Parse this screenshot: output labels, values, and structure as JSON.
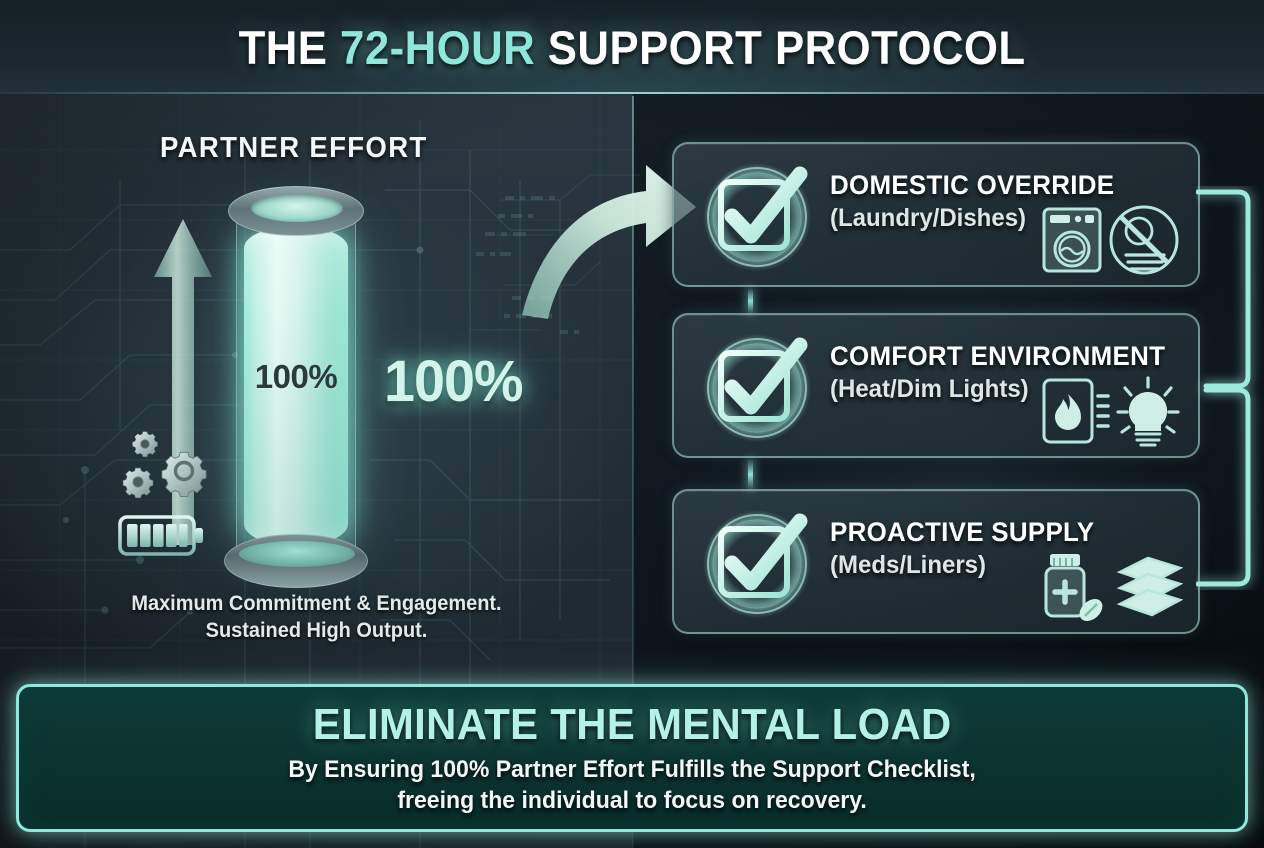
{
  "header": {
    "title_prefix": "THE ",
    "title_accent": "72-HOUR",
    "title_suffix": " SUPPORT PROTOCOL",
    "title_full": "THE 72-HOUR SUPPORT PROTOCOL"
  },
  "left_panel": {
    "label": "PARTNER EFFORT",
    "gauge_value_inner": "100%",
    "gauge_value_outer": "100%",
    "gauge_percent": 100,
    "caption_line1": "Maximum Commitment & Engagement.",
    "caption_line2": "Sustained High Output.",
    "icons": {
      "arrow_up": "up-arrow-icon",
      "gears": "gears-icon",
      "battery": "battery-full-icon",
      "cylinder": "battery-cylinder-gauge"
    }
  },
  "checklist": {
    "items": [
      {
        "title": "DOMESTIC OVERRIDE",
        "subtitle": "(Laundry/Dishes)",
        "check_icon": "checkbox-checked-icon",
        "icons": [
          "washing-machine-icon",
          "no-dishes-icon"
        ]
      },
      {
        "title": "COMFORT ENVIRONMENT",
        "subtitle": "(Heat/Dim Lights)",
        "check_icon": "checkbox-checked-icon",
        "icons": [
          "heater-flame-icon",
          "lightbulb-icon"
        ]
      },
      {
        "title": "PROACTIVE SUPPLY",
        "subtitle": "(Meds/Liners)",
        "check_icon": "checkbox-checked-icon",
        "icons": [
          "medicine-bottle-pill-icon",
          "stacked-liners-icon"
        ]
      }
    ]
  },
  "banner": {
    "title": "ELIMINATE THE MENTAL LOAD",
    "subtitle_line1": "By Ensuring 100% Partner Effort Fulfills the Support Checklist,",
    "subtitle_line2": "freeing the individual to focus on recovery."
  },
  "colors": {
    "accent_mint": "#8fe8dc",
    "accent_glow": "#7eebd8",
    "title_white": "#ffffff",
    "banner_fill": "#0d3533",
    "panel_left": "#2a3841",
    "panel_right": "#111a21",
    "card_border": "#a8d8d4"
  }
}
